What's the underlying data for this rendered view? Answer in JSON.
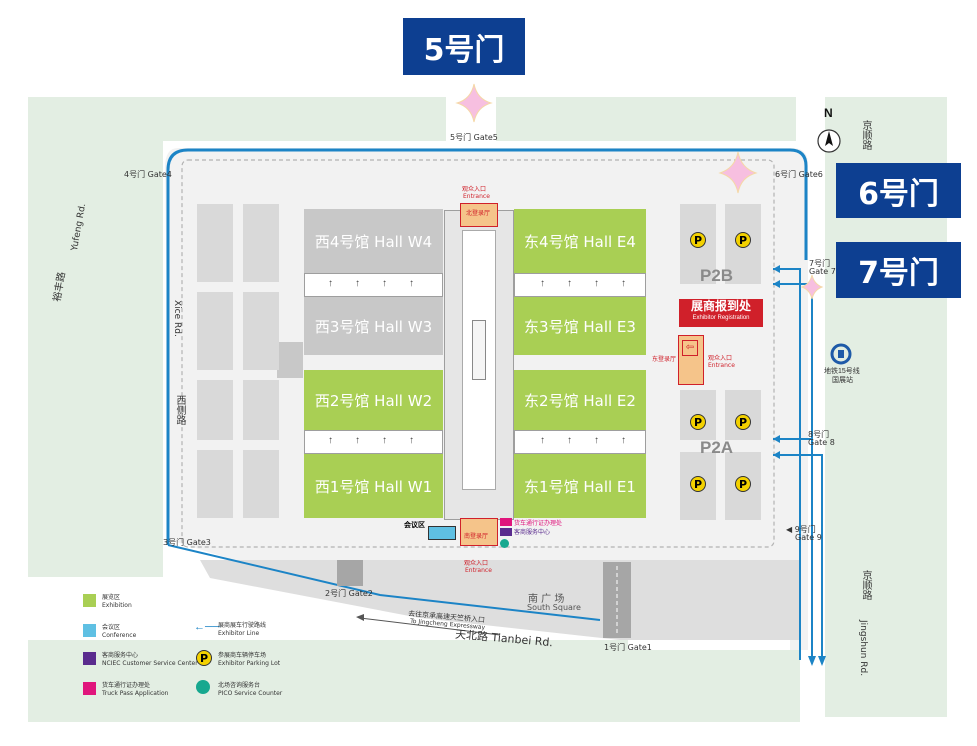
{
  "gates_big": {
    "gate5": "5号门",
    "gate6": "6号门",
    "gate7": "7号门"
  },
  "gates": {
    "gate5": "5号门 Gate5",
    "gate4": "4号门 Gate4",
    "gate6": "6号门 Gate6",
    "gate7_cn": "7号门",
    "gate7_en": "Gate 7",
    "gate8_cn": "8号门",
    "gate8_en": "Gate 8",
    "gate9_cn": "◀ 9号门",
    "gate9_en": "Gate 9",
    "gate3": "3号门 Gate3",
    "gate2": "2号门 Gate2",
    "gate1": "1号门 Gate1"
  },
  "halls": {
    "w4": "西4号馆  Hall W4",
    "w3": "西3号馆  Hall W3",
    "w2": "西2号馆  Hall W2",
    "w1": "西1号馆  Hall W1",
    "e4": "东4号馆  Hall E4",
    "e3": "东3号馆  Hall E3",
    "e2": "东2号馆  Hall E2",
    "e1": "东1号馆  Hall E1"
  },
  "parking": {
    "p2b": "P2B",
    "p2a": "P2A",
    "symbol": "P"
  },
  "registration": {
    "title": "展商报到处",
    "subtitle": "Exhibitor Registration"
  },
  "entrances": {
    "north_cn": "观众入口",
    "north_en": "Entrance",
    "north_hall": "北登录厅",
    "east_cn": "观众入口",
    "east_en": "Entrance",
    "east_hall": "东登录厅",
    "south_cn": "观众入口",
    "south_en": "Entrance",
    "south_hall": "南登录厅",
    "conference_label": "会议区",
    "truck_label": "货车通行证办理处",
    "service_label": "客商服务中心"
  },
  "roads": {
    "xice_cn": "西侧路",
    "xice_en": "Xice Rd.",
    "yufeng_cn": "裕丰路",
    "yufeng_en": "Yufeng Rd.",
    "jingshun_cn_top": "京顺路",
    "jingshun_cn_bottom": "京顺路",
    "jingshun_en": "Jingshun Rd.",
    "tianbei": "天北路  Tianbei Rd.",
    "expressway_cn": "去往京承高速天竺桥入口",
    "expressway_en": "To Jingcheng Expressway",
    "south_square_cn": "南  广  场",
    "south_square_en": "South Square"
  },
  "subway": {
    "line": "地铁15号线",
    "station": "国展站"
  },
  "north": "N",
  "legend": [
    {
      "cn": "展览区",
      "en": "Exhibition",
      "color": "#a9cf54"
    },
    {
      "cn": "会议区",
      "en": "Conference",
      "color": "#5fc0e3"
    },
    {
      "cn": "客商服务中心",
      "en": "NCIEC Customer Service Center",
      "color": "#5a2b8e"
    },
    {
      "cn": "货车通行证办理处",
      "en": "Truck Pass Application",
      "color": "#e0157c"
    },
    {
      "cn": "展商展车行驶路线",
      "en": "Exhibitor Line"
    },
    {
      "cn": "参展商车辆停车场",
      "en": "Exhibitor Parking Lot"
    },
    {
      "cn": "北场咨询服务台",
      "en": "PICO Service Counter"
    }
  ],
  "colors": {
    "hall_green": "#a9cf54",
    "hall_gray": "#c8c8c8",
    "gate_banner": "#0d3f91",
    "road_blue": "#1c84c6",
    "accent_red": "#d0202a"
  }
}
